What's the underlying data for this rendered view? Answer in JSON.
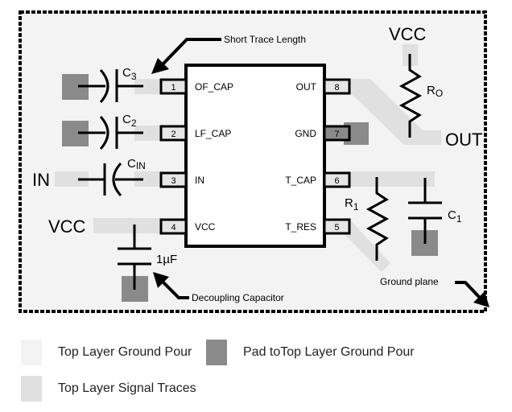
{
  "colors": {
    "ground_pour": "#f3f3f3",
    "signal_trace": "#e0e0e0",
    "ground_pad": "#8a8a8a",
    "pin_fill": "#e6e6e6",
    "ink": "#000000"
  },
  "ic": {
    "pins_left": [
      {
        "num": "1",
        "name": "OF_CAP"
      },
      {
        "num": "2",
        "name": "LF_CAP"
      },
      {
        "num": "3",
        "name": "IN"
      },
      {
        "num": "4",
        "name": "VCC"
      }
    ],
    "pins_right": [
      {
        "num": "8",
        "name": "OUT"
      },
      {
        "num": "7",
        "name": "GND"
      },
      {
        "num": "6",
        "name": "T_CAP"
      },
      {
        "num": "5",
        "name": "T_RES"
      }
    ]
  },
  "components": {
    "c3": {
      "main": "C",
      "sub": "3"
    },
    "c2": {
      "main": "C",
      "sub": "2"
    },
    "cin": {
      "main": "C",
      "sub": "IN"
    },
    "ro": {
      "main": "R",
      "sub": "O"
    },
    "r1": {
      "main": "R",
      "sub": "1"
    },
    "c1": {
      "main": "C",
      "sub": "1"
    },
    "decoupling": "1µF"
  },
  "nets": {
    "in_left": "IN",
    "vcc_left": "VCC",
    "vcc_top": "VCC",
    "out_right": "OUT"
  },
  "annotations": {
    "short_trace": "Short Trace Length",
    "decoupling": "Decoupling Capacitor",
    "ground_plane": "Ground plane"
  },
  "legend": [
    {
      "label": "Top Layer Ground Pour",
      "color_key": "ground_pour"
    },
    {
      "label": "Pad toTop Layer Ground Pour",
      "color_key": "ground_pad"
    },
    {
      "label": "Top Layer Signal Traces",
      "color_key": "signal_trace"
    }
  ]
}
